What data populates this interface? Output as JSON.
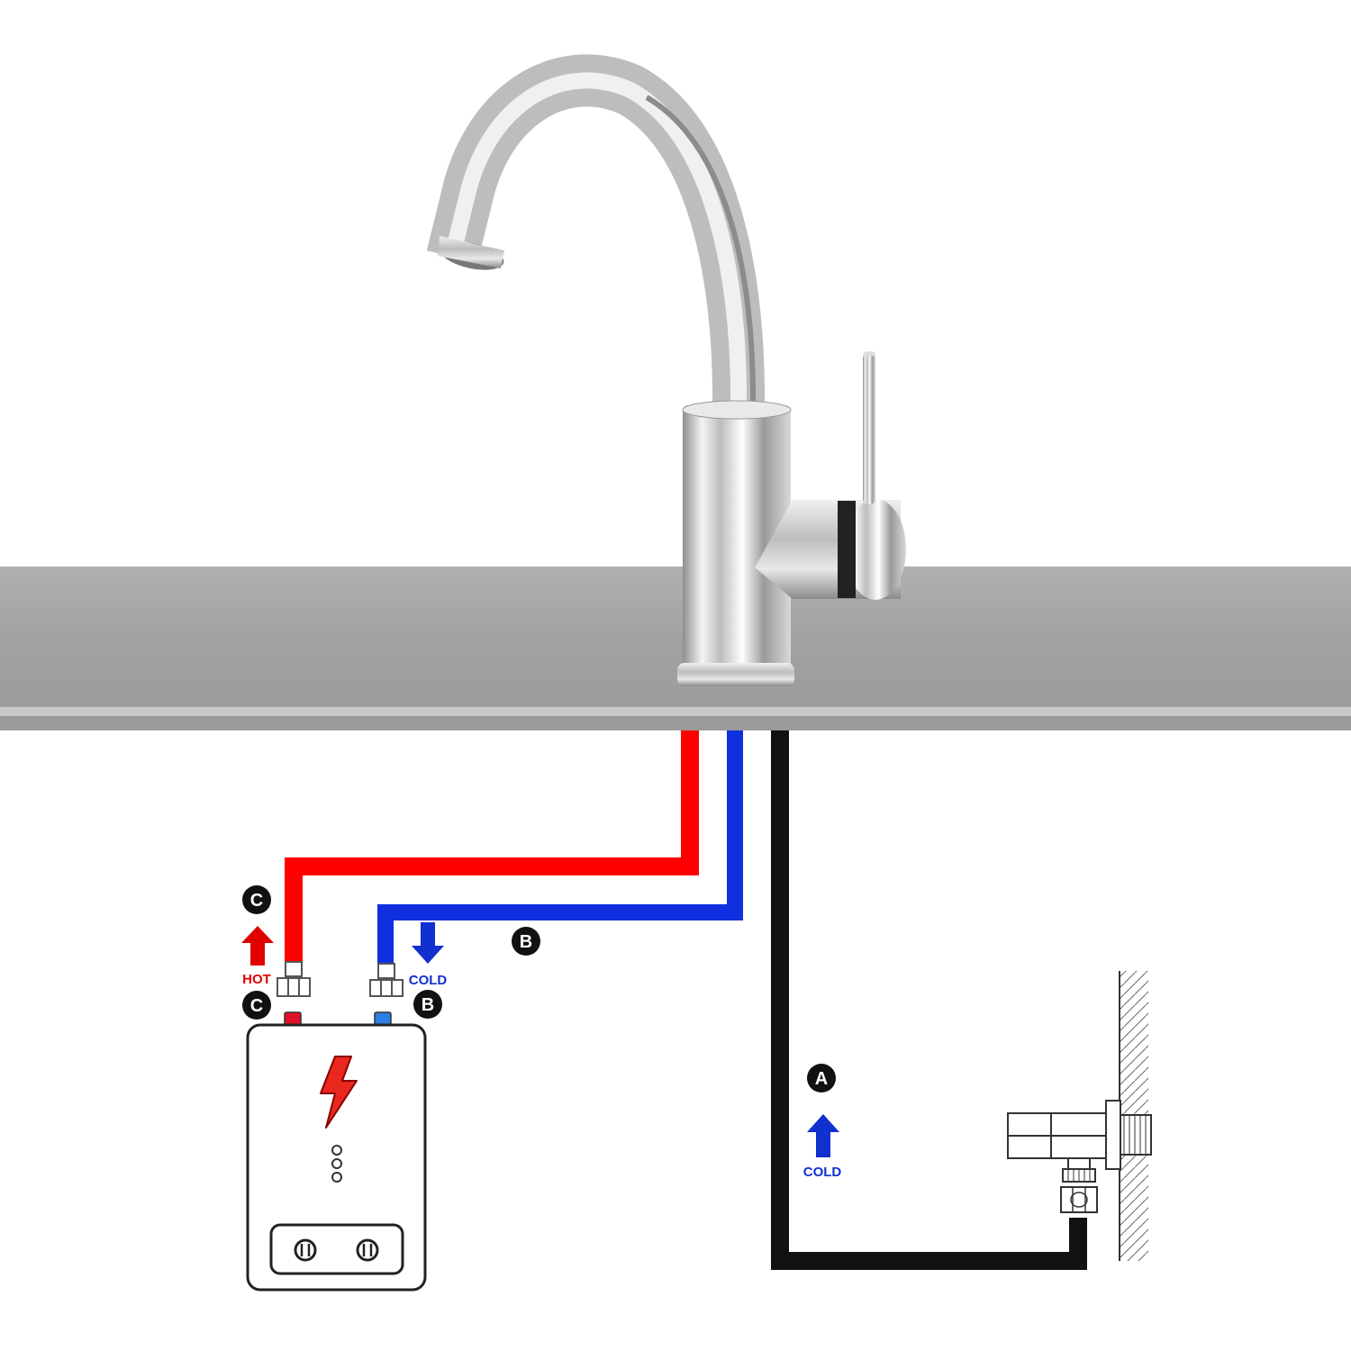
{
  "labels": {
    "hot_text": "HOT",
    "cold_heater_text": "COLD",
    "cold_supply_text": "COLD",
    "marker_a": "A",
    "marker_b": "B",
    "marker_c": "C"
  },
  "colors": {
    "hot_pipe": "#ff0000",
    "cold_pipe": "#1030e0",
    "supply_pipe": "#111111",
    "countertop": "#a4a4a4",
    "hot_text": "#e00000",
    "cold_text": "#1030d0",
    "marker_fill": "#111111"
  },
  "icons": {
    "faucet": "faucet-icon",
    "heater": "water-heater-icon",
    "bolt": "lightning-bolt-icon",
    "angle_valve": "angle-valve-icon",
    "wall": "wall-hatch-icon"
  }
}
